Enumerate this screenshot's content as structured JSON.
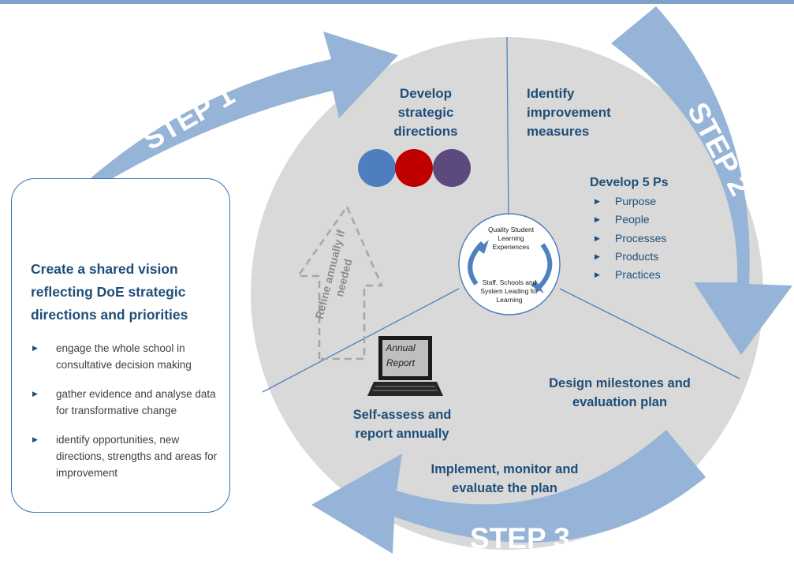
{
  "colors": {
    "arrow": "#96b4d8",
    "circle": "#d9d9d9",
    "heading_text": "#1f4e79",
    "dot_blue": "#4d7ebf",
    "dot_red": "#c00000",
    "dot_purple": "#5c4a7f"
  },
  "steps": {
    "step1": "STEP 1",
    "step2": "STEP 2",
    "step3": "STEP 3"
  },
  "vision": {
    "title": "Create a shared vision reflecting DoE strategic directions and priorities",
    "items": [
      "engage the whole school in consultative decision making",
      "gather evidence and analyse data for transformative change",
      "identify opportunities, new directions, strengths and areas for improvement"
    ]
  },
  "segments": {
    "develop_strategic": "Develop strategic directions",
    "identify_measures": "Identify improvement measures",
    "develop_5ps": "Develop 5 Ps",
    "five_ps": [
      "Purpose",
      "People",
      "Processes",
      "Products",
      "Practices"
    ],
    "design_milestones": "Design milestones and evaluation plan",
    "implement": "Implement, monitor and evaluate the plan",
    "self_assess": "Self-assess and report annually"
  },
  "center": {
    "top": "Quality Student Learning Experiences",
    "bottom": "Staff, Schools and System Leading for Learning"
  },
  "refine": "Refine annually if needed",
  "annual_report": "Annual Report",
  "icons": [
    "cycle-arrows-icon",
    "laptop-icon",
    "dashed-up-arrow-icon",
    "bullet-triangle-icon"
  ]
}
